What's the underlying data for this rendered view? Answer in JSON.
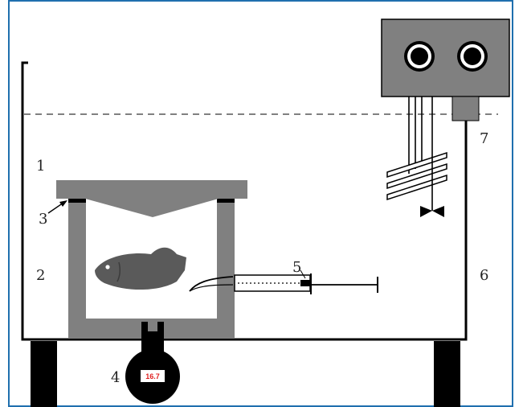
{
  "diagram": {
    "labels": {
      "l1": "1",
      "l2": "2",
      "l3": "3",
      "l4": "4",
      "l5": "5",
      "l6": "6",
      "l7": "7"
    },
    "meter_reading": "16.7"
  },
  "colors": {
    "frame": "#1f6fae",
    "line": "#000000",
    "gray": "#808080",
    "dark_gray": "#6e6e6e",
    "water_dash": "#808080",
    "fish": "#5a5a5a",
    "meter_display": "#ffffff",
    "meter_text": "#e02020"
  },
  "icons": [
    "fish-icon",
    "knob-icon",
    "stirrer-icon"
  ]
}
